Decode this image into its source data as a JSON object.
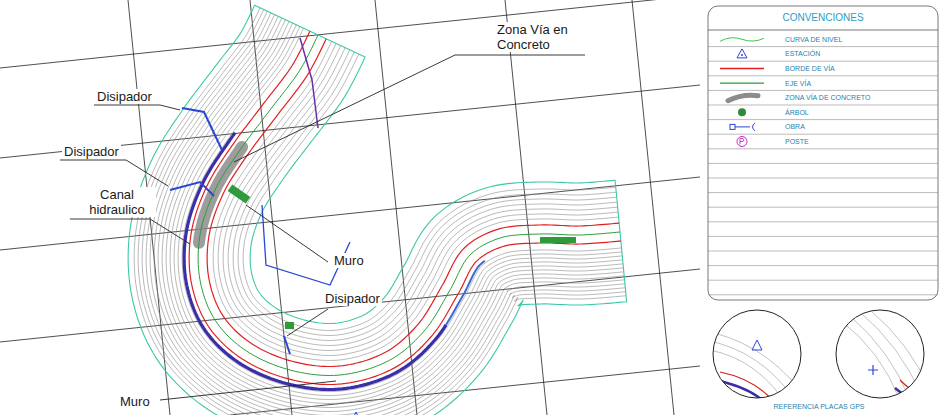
{
  "diagram": {
    "labels": [
      "Disipador",
      "Zona Vía en Concreto",
      "Disipador",
      "Canal hidraulico",
      "Muro",
      "Disipador",
      "Muro",
      "CONVENCIONES",
      "REFERENCIA PLACAS GPS"
    ],
    "legend": [
      {
        "text": "CURVA DE NIVEL"
      },
      {
        "text": "ESTACIÓN"
      },
      {
        "text": "BORDE DE VÍA"
      },
      {
        "text": "EJE VÍA"
      },
      {
        "text": "ZONA VÍA DE CONCRETO"
      },
      {
        "text": "ÁRBOL"
      },
      {
        "text": "OBRA"
      },
      {
        "text": "POSTE"
      }
    ]
  }
}
